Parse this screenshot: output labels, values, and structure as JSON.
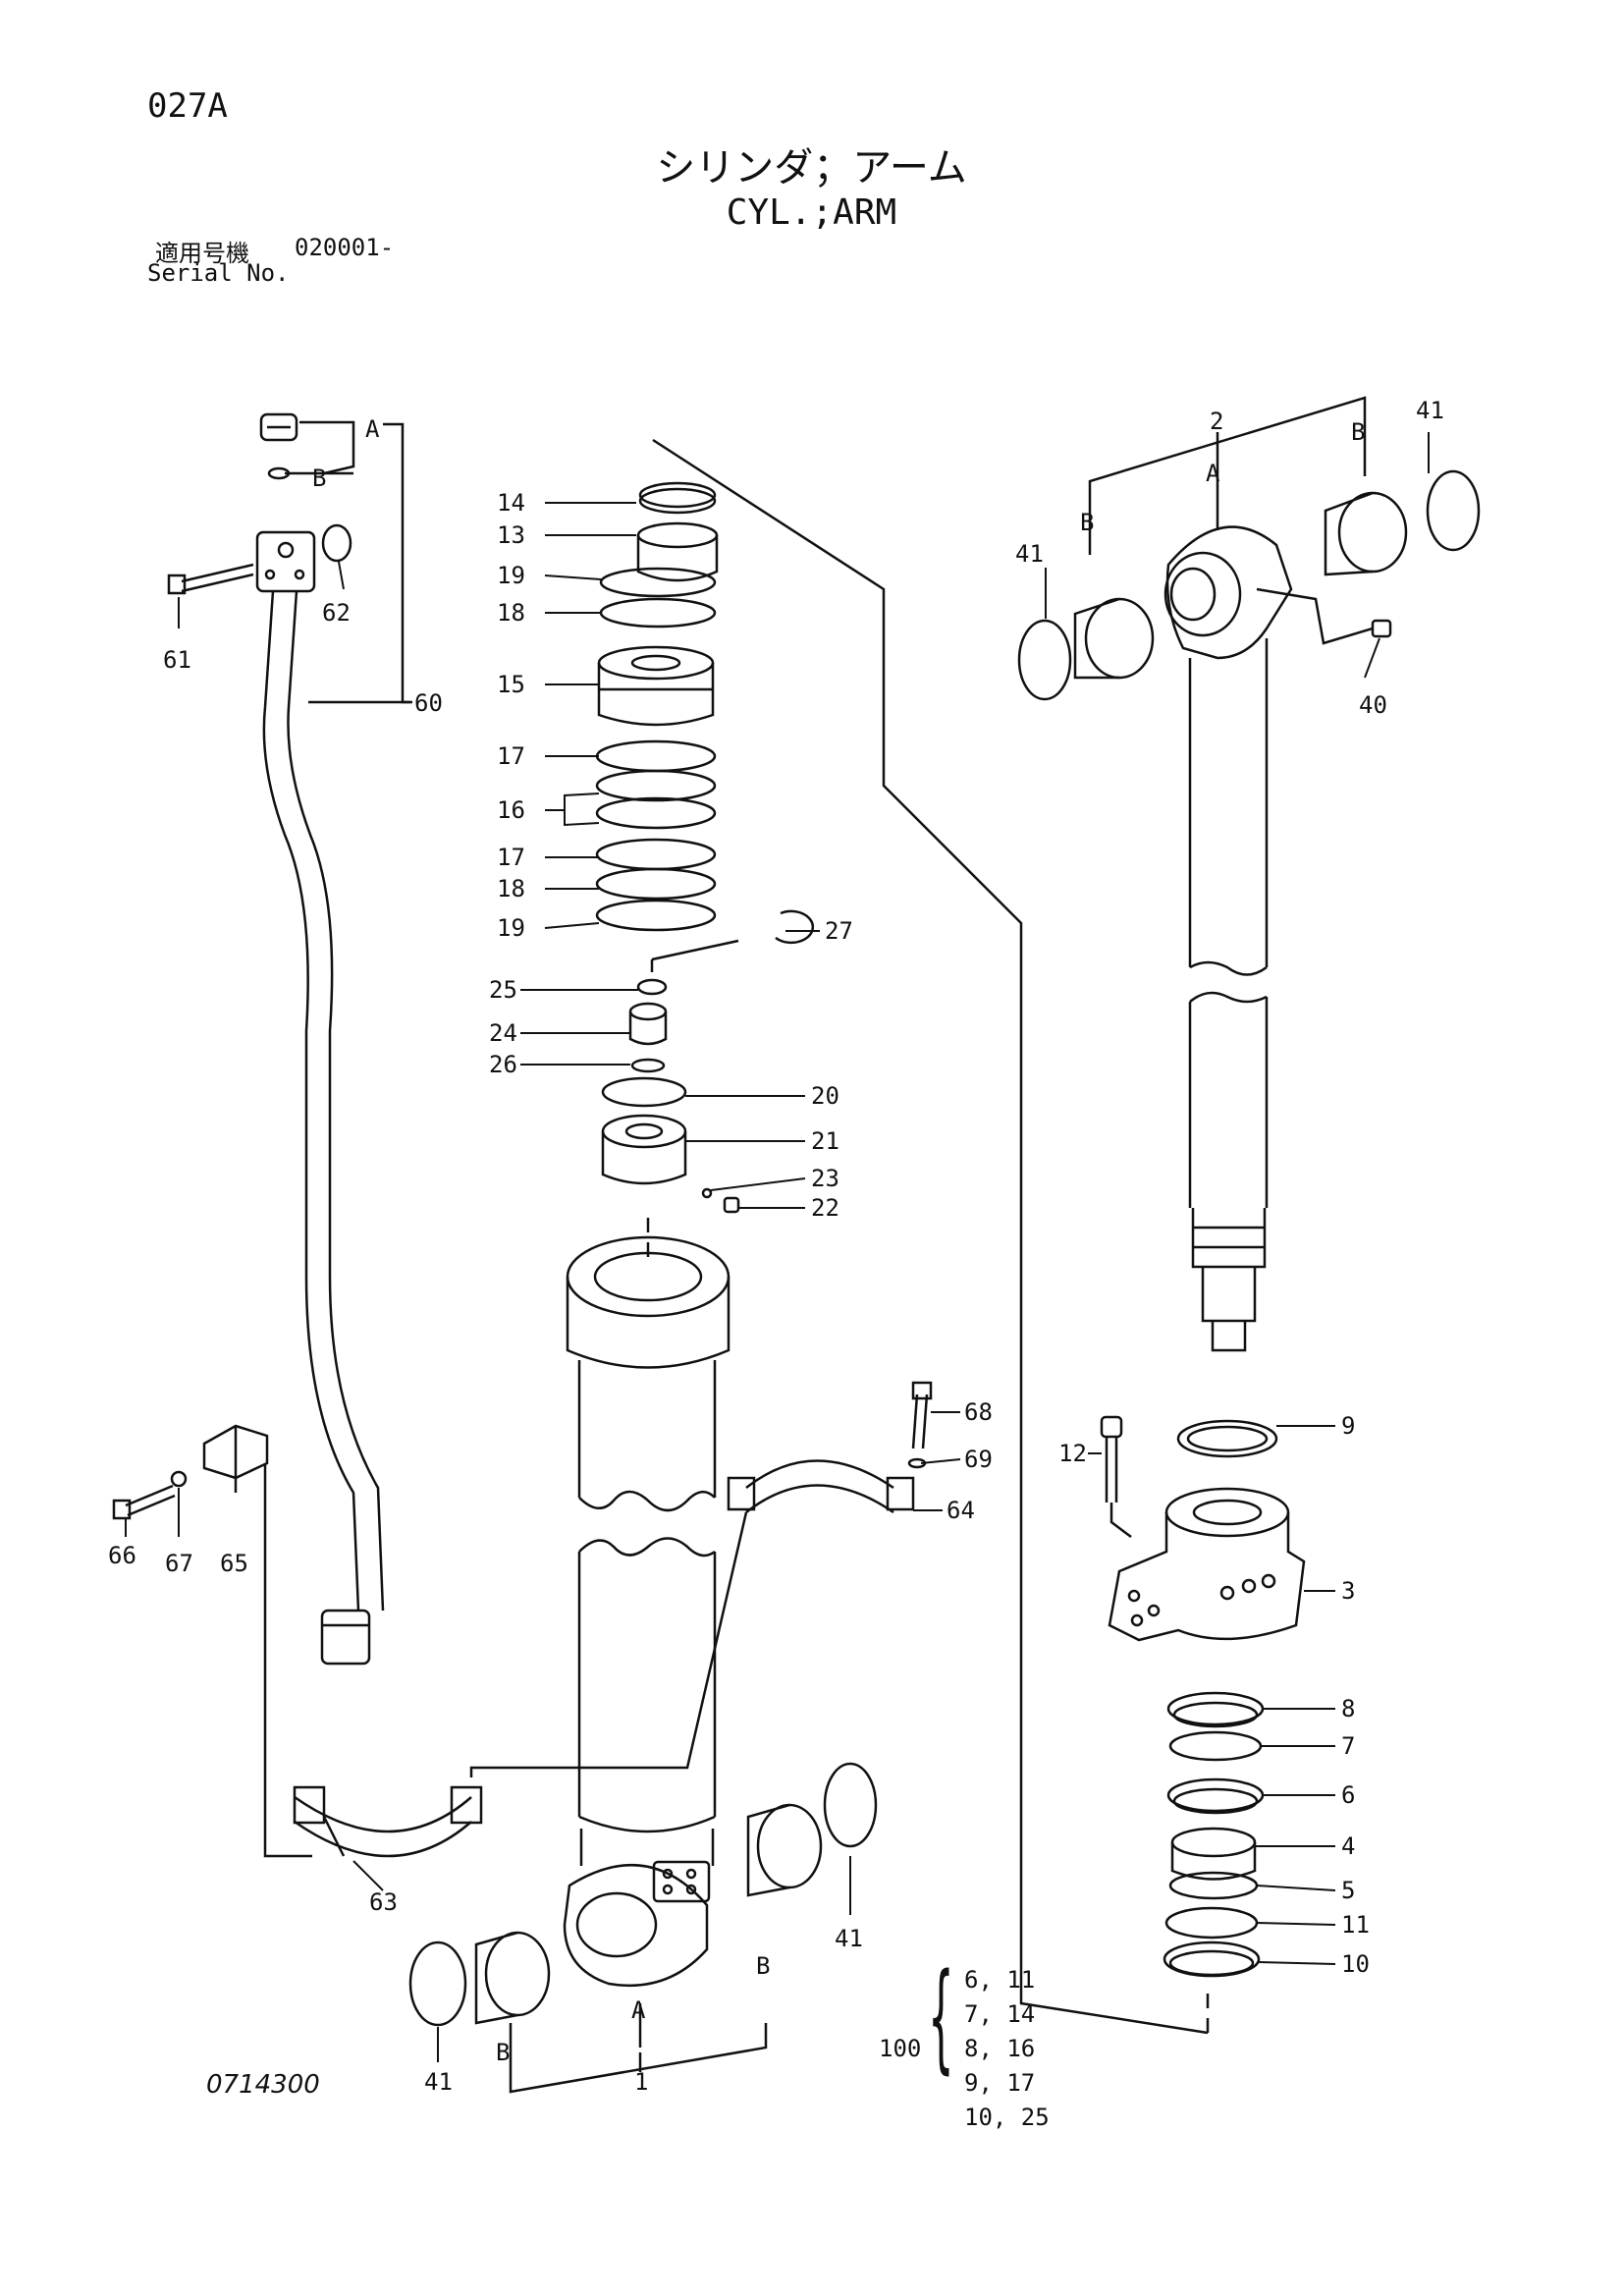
{
  "page_code": "027A",
  "title_jp": "シリンダ；アーム",
  "title_en": "CYL.;ARM",
  "serial": {
    "label_jp": "適用号機",
    "range": "020001-",
    "label_en": "Serial No."
  },
  "drawing_number": "0714300",
  "group_labels": {
    "a": "A",
    "b": "B"
  },
  "callouts": {
    "p1": "1",
    "p2": "2",
    "p3": "3",
    "p4": "4",
    "p5": "5",
    "p6": "6",
    "p7": "7",
    "p8": "8",
    "p9": "9",
    "p10": "10",
    "p11": "11",
    "p12": "12",
    "p13": "13",
    "p14": "14",
    "p15": "15",
    "p16": "16",
    "p17": "17",
    "p18": "18",
    "p19": "19",
    "p20": "20",
    "p21": "21",
    "p22": "22",
    "p23": "23",
    "p24": "24",
    "p25": "25",
    "p26": "26",
    "p27": "27",
    "p40": "40",
    "p41": "41",
    "p60": "60",
    "p61": "61",
    "p62": "62",
    "p63": "63",
    "p64": "64",
    "p65": "65",
    "p66": "66",
    "p67": "67",
    "p68": "68",
    "p69": "69"
  },
  "seal_kit": {
    "number": "100",
    "rows": [
      "6, 11",
      "7, 14",
      "8, 16",
      "9, 17",
      "10, 25"
    ]
  }
}
